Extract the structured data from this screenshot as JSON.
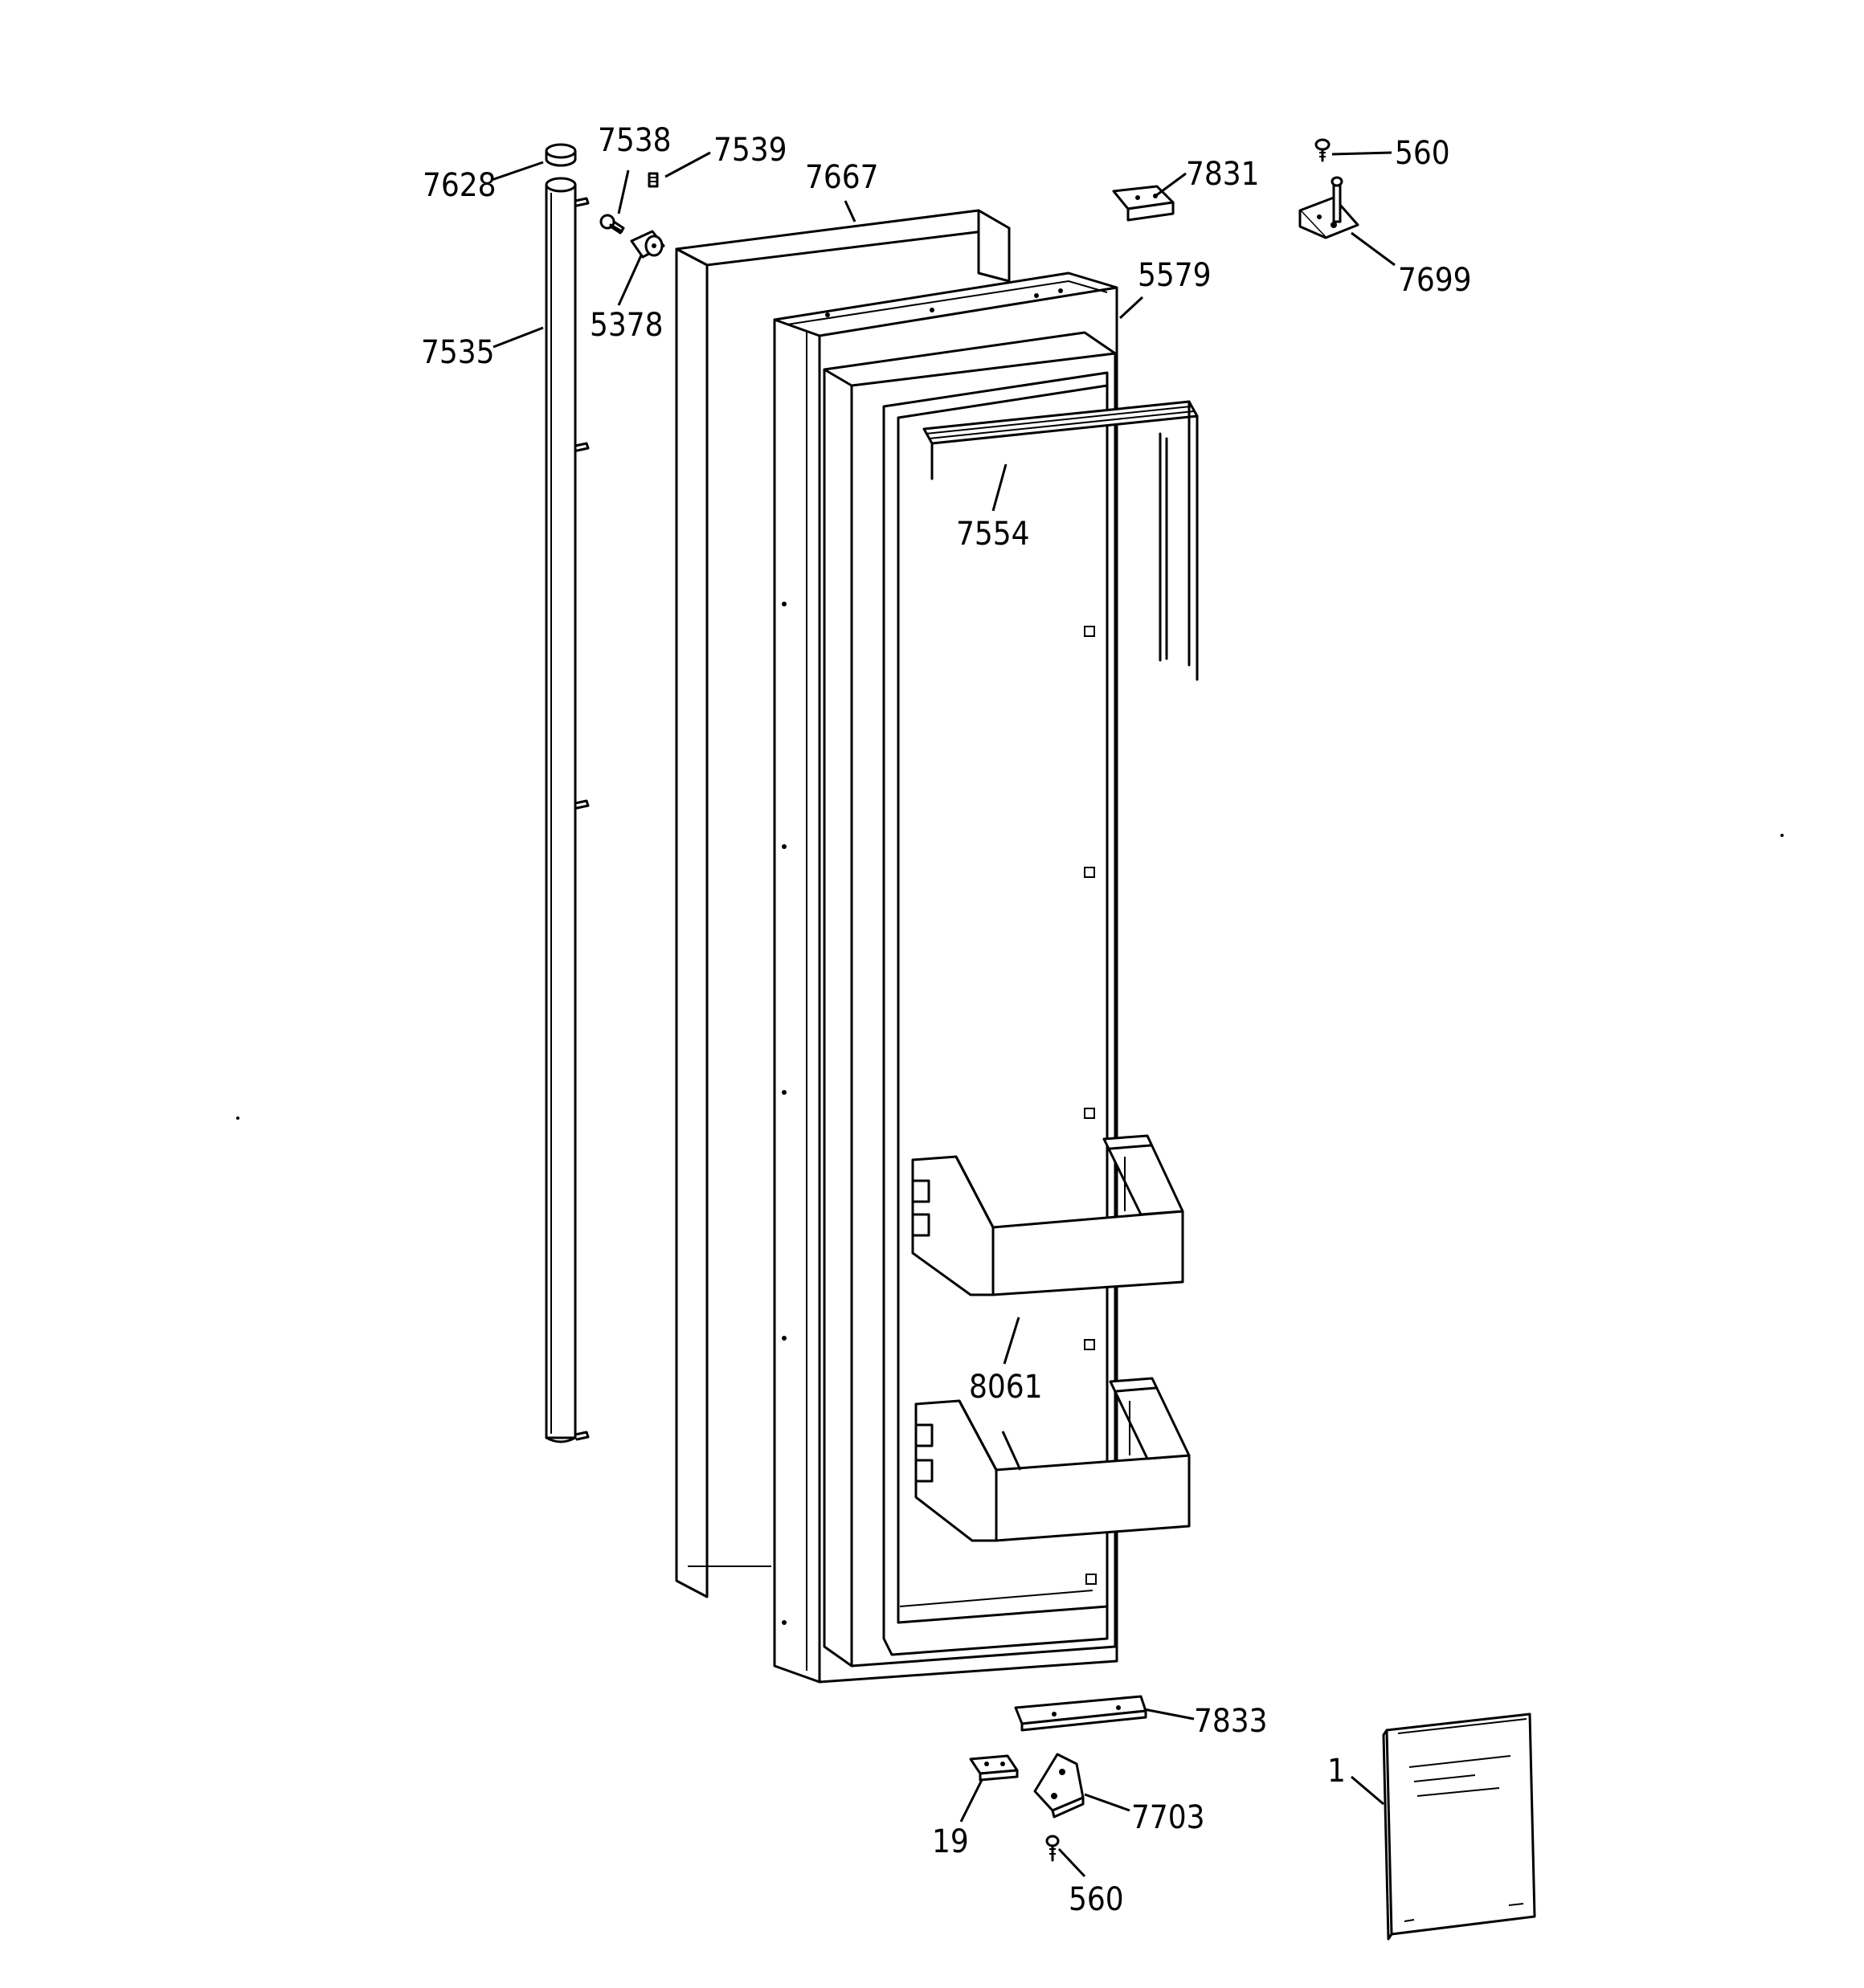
{
  "diagram": {
    "parts": [
      {
        "id": "7628",
        "name": "cap"
      },
      {
        "id": "7538",
        "name": "screw"
      },
      {
        "id": "7539",
        "name": "spring"
      },
      {
        "id": "7667",
        "name": "door-shell"
      },
      {
        "id": "5378",
        "name": "bushing"
      },
      {
        "id": "7535",
        "name": "handle-tube"
      },
      {
        "id": "7831",
        "name": "top-hinge-cover"
      },
      {
        "id": "560",
        "name": "screw-top"
      },
      {
        "id": "7699",
        "name": "top-hinge"
      },
      {
        "id": "5579",
        "name": "door-liner"
      },
      {
        "id": "7554",
        "name": "gasket"
      },
      {
        "id": "8061",
        "name": "door-bins"
      },
      {
        "id": "7833",
        "name": "bottom-hinge-cover"
      },
      {
        "id": "19",
        "name": "shim"
      },
      {
        "id": "7703",
        "name": "bottom-hinge"
      },
      {
        "id": "560",
        "name": "screw-bottom"
      },
      {
        "id": "1",
        "name": "manual"
      }
    ]
  }
}
